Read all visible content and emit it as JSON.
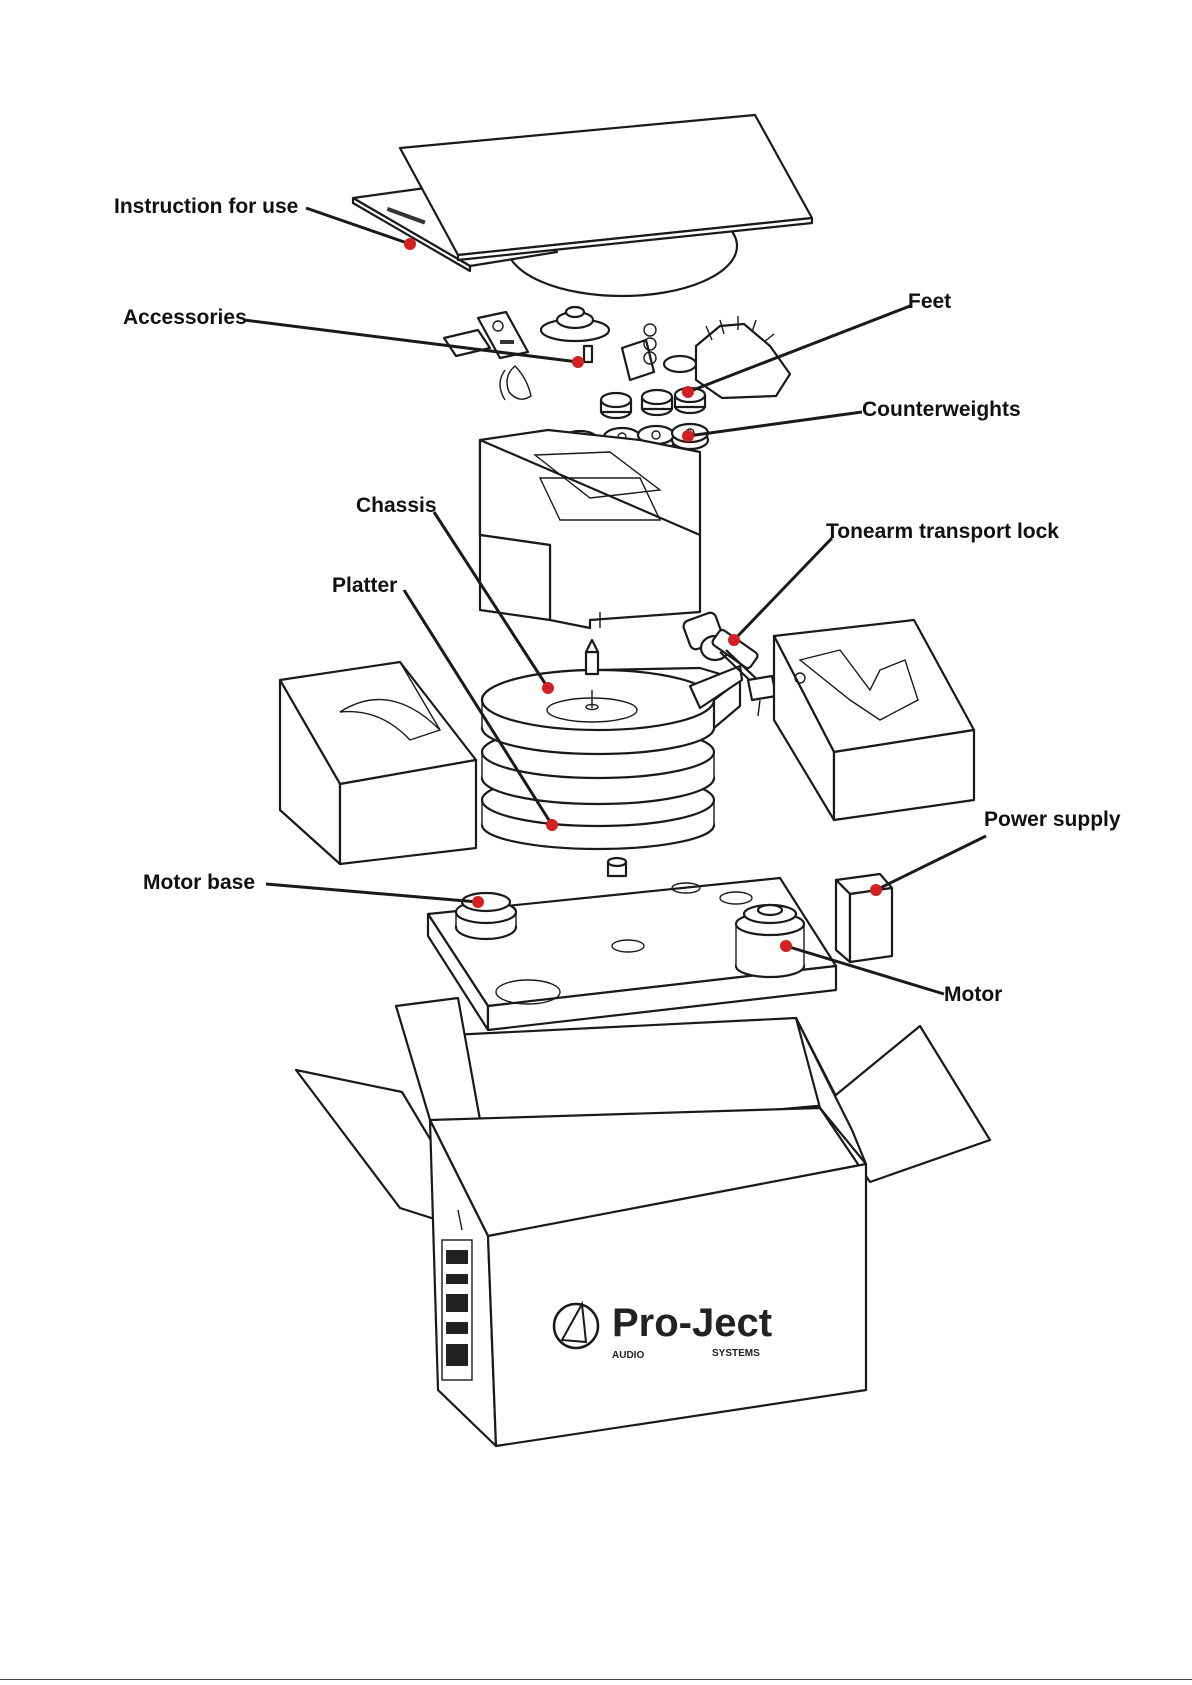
{
  "colors": {
    "marker": "#d42020",
    "line": "#1a1a1a",
    "background": "#ffffff"
  },
  "labels": {
    "instruction": "Instruction for use",
    "accessories": "Accessories",
    "feet": "Feet",
    "counterweights": "Counterweights",
    "chassis": "Chassis",
    "tonearm_lock": "Tonearm transport lock",
    "platter": "Platter",
    "power_supply": "Power supply",
    "motor_base": "Motor base",
    "motor": "Motor"
  },
  "logo": {
    "brand": "Pro-Ject",
    "sub_left": "AUDIO",
    "sub_right": "SYSTEMS"
  }
}
